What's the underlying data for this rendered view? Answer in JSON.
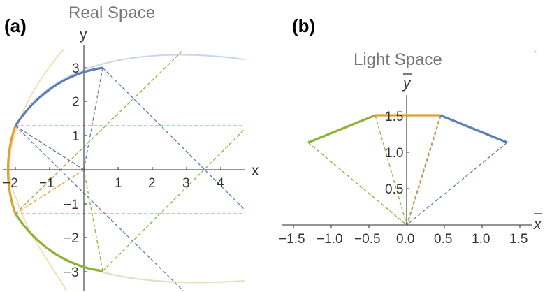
{
  "panel_a": {
    "label": "(a)",
    "title": "Real Space",
    "x_axis_label": "x",
    "y_axis_label": "y",
    "x_ticks": [
      "−2",
      "−1",
      "1",
      "2",
      "3",
      "4"
    ],
    "y_ticks": [
      "3",
      "2",
      "1",
      "−1",
      "−2",
      "−3"
    ]
  },
  "panel_b": {
    "label": "(b)",
    "title": "Light Space",
    "x_axis_label": "x",
    "y_axis_label": "y",
    "x_ticks": [
      "−1.5",
      "−1.0",
      "−0.5",
      "0.0",
      "0.5",
      "1.0",
      "1.5"
    ],
    "y_ticks": [
      "1.5",
      "1.0",
      "0.5"
    ]
  },
  "colors": {
    "blue": "#5b7fb5",
    "orange": "#e0a030",
    "green": "#8db23a",
    "gray": "#777777"
  }
}
